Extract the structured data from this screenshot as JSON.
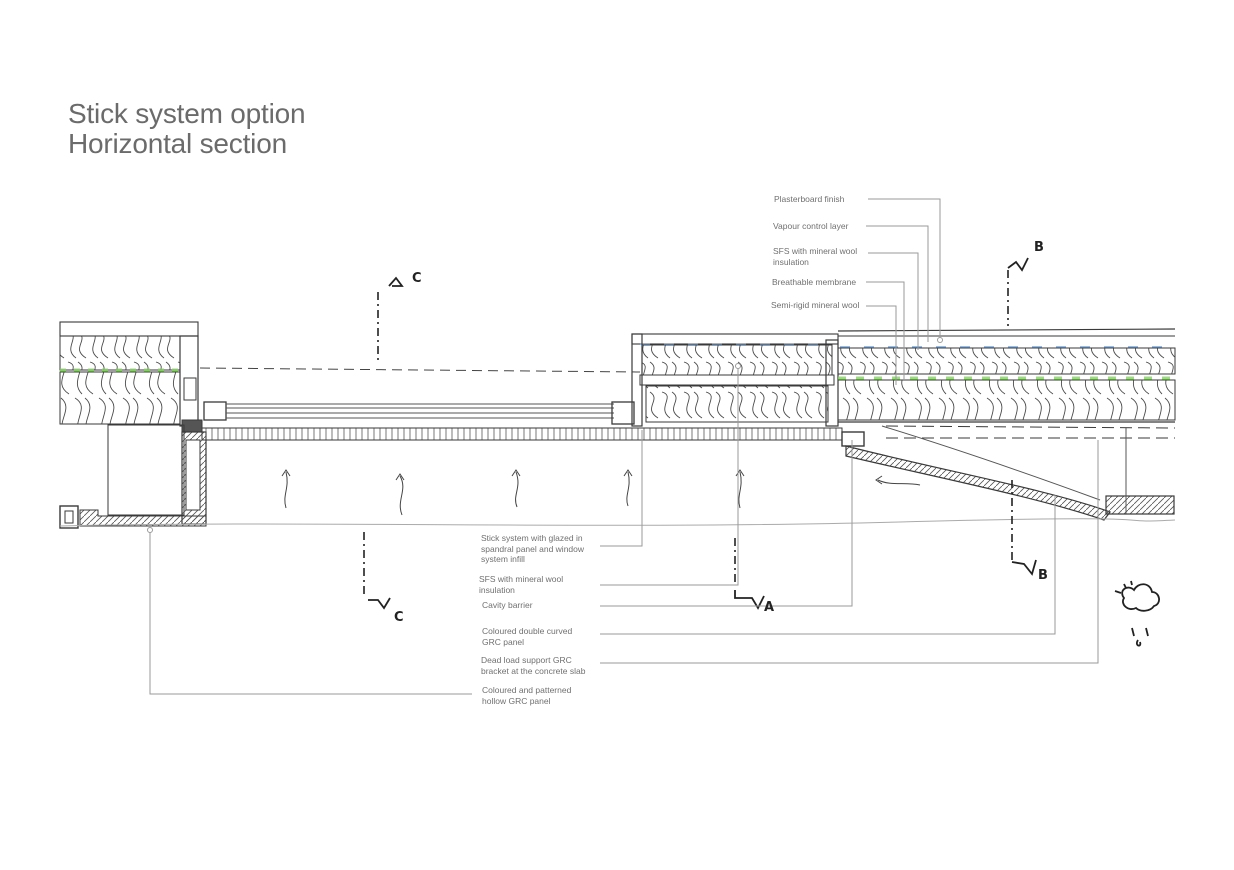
{
  "title": {
    "line1": "Stick system option",
    "line2": "Horizontal section"
  },
  "labels_top": [
    {
      "id": "plasterboard",
      "text": "Plasterboard finish"
    },
    {
      "id": "vcl",
      "text": "Vapour control layer"
    },
    {
      "id": "sfs-top",
      "text": "SFS with mineral wool\ninsulation"
    },
    {
      "id": "breathable",
      "text": "Breathable membrane"
    },
    {
      "id": "semirigid",
      "text": "Semi-rigid mineral wool"
    }
  ],
  "labels_bottom": [
    {
      "id": "stick-system",
      "text": "Stick system with glazed in\nspandral panel and window\nsystem infill"
    },
    {
      "id": "sfs-bottom",
      "text": "SFS with mineral wool\ninsulation"
    },
    {
      "id": "cavity-barrier",
      "text": "Cavity barrier"
    },
    {
      "id": "double-curved",
      "text": "Coloured double curved\nGRC panel"
    },
    {
      "id": "dead-load",
      "text": "Dead load support GRC\nbracket at the concrete slab"
    },
    {
      "id": "hollow-grc",
      "text": "Coloured and patterned\nhollow GRC panel"
    }
  ],
  "section_marks": {
    "c_top": "C",
    "c_bottom": "C",
    "a_bottom": "A",
    "b_top": "B",
    "b_bottom": "B"
  },
  "icons": {
    "weather": "sun-cloud-rain-icon"
  },
  "colors": {
    "ink": "#3a3a3a",
    "leader": "#9a9a9a",
    "membrane_green": "#7ed957",
    "vcl_blue": "#7aa6d6",
    "title": "#6b6b6b"
  }
}
